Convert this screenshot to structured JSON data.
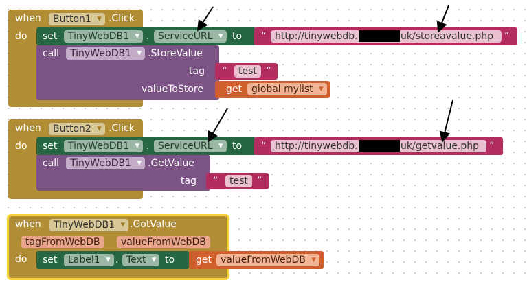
{
  "block1": {
    "when": "when",
    "component": "Button1",
    "event": ".Click",
    "do": "do",
    "set": "set",
    "set_component": "TinyWebDB1",
    "dot": ".",
    "property": "ServiceURL",
    "to": "to",
    "quote_open": "“",
    "quote_close": "”",
    "url_prefix": "http://tinywebdb.",
    "url_suffix": "uk/storeavalue.php",
    "call": "call",
    "call_component": "TinyWebDB1",
    "method": ".StoreValue",
    "tag_label": "tag",
    "tag_value": "test",
    "value_label": "valueToStore",
    "get": "get",
    "get_var": "global mylist"
  },
  "block2": {
    "when": "when",
    "component": "Button2",
    "event": ".Click",
    "do": "do",
    "set": "set",
    "set_component": "TinyWebDB1",
    "dot": ".",
    "property": "ServiceURL",
    "to": "to",
    "quote_open": "“",
    "quote_close": "”",
    "url_prefix": "http://tinywebdb.",
    "url_suffix": "uk/getvalue.php",
    "call": "call",
    "call_component": "TinyWebDB1",
    "method": ".GetValue",
    "tag_label": "tag",
    "tag_value": "test"
  },
  "block3": {
    "when": "when",
    "component": "TinyWebDB1",
    "event": ".GotValue",
    "param1": "tagFromWebDB",
    "param2": "valueFromWebDB",
    "do": "do",
    "set": "set",
    "set_component": "Label1",
    "dot": ".",
    "property": "Text",
    "to": "to",
    "get": "get",
    "get_var": "valueFromWebDB"
  },
  "colors": {
    "event": "#b18e35",
    "set": "#266643",
    "call": "#7c5385",
    "text": "#b32d5e",
    "get": "#d05f2d",
    "selected_outline": "#f5d23a"
  }
}
